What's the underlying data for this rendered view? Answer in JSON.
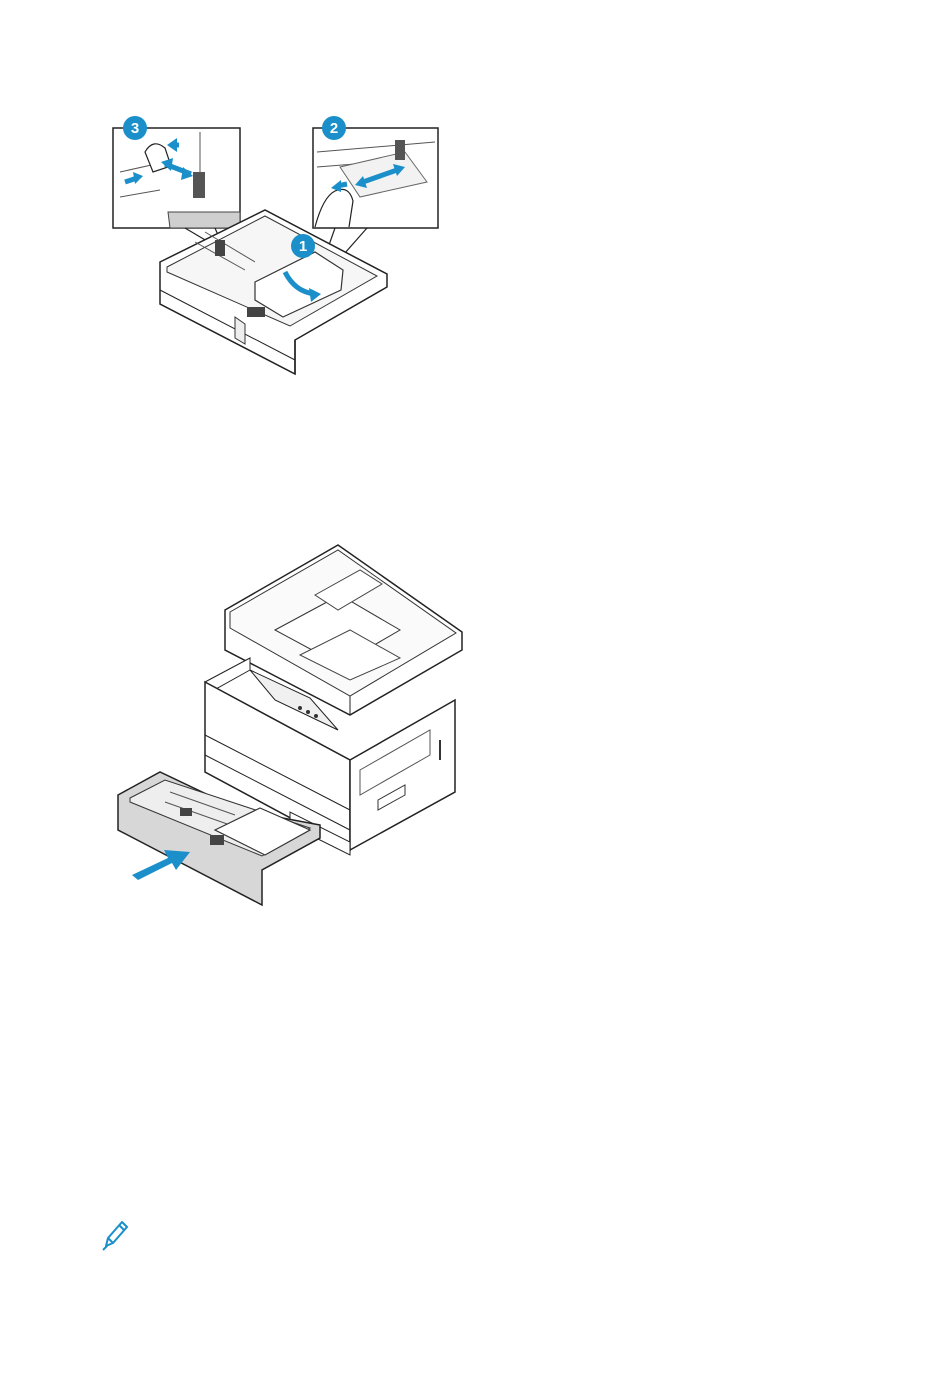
{
  "figures": [
    {
      "id": "tray-loading-illustration",
      "badges": [
        "1",
        "2",
        "3"
      ]
    },
    {
      "id": "printer-tray-insert-illustration"
    }
  ],
  "note": {
    "icon": "pencil-icon"
  },
  "colors": {
    "accent": "#1a8fc9",
    "line": "#222222",
    "tray_gray": "#d7d7d7"
  }
}
